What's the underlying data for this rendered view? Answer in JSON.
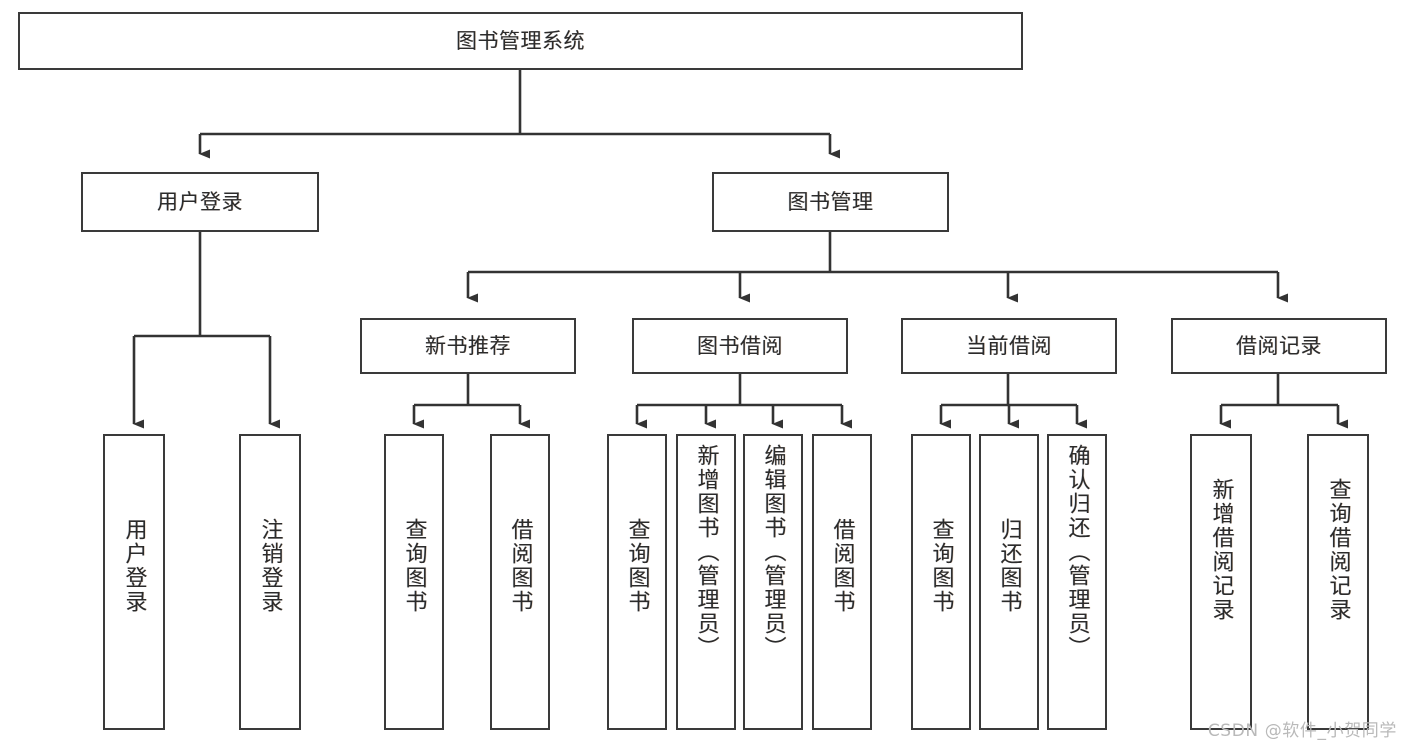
{
  "diagram": {
    "title": "图书管理系统",
    "type": "tree-hierarchy",
    "watermark": "CSDN @软件_小贺同学",
    "colors": {
      "background": "#ffffff",
      "border": "#3a3a3a",
      "text": "#2b2b2b",
      "connector": "#333333",
      "watermark": "#b9b9b9"
    },
    "root": {
      "label": "图书管理系统"
    },
    "level2": [
      {
        "label": "用户登录"
      },
      {
        "label": "图书管理"
      }
    ],
    "level3": [
      {
        "label": "新书推荐"
      },
      {
        "label": "图书借阅"
      },
      {
        "label": "当前借阅"
      },
      {
        "label": "借阅记录"
      }
    ],
    "leaves": {
      "user_login": [
        {
          "label": "用户登录"
        },
        {
          "label": "注销登录"
        }
      ],
      "new_book_recommend": [
        {
          "label": "查询图书"
        },
        {
          "label": "借阅图书"
        }
      ],
      "book_borrow": [
        {
          "label": "查询图书"
        },
        {
          "label": "新增图书（管理员）"
        },
        {
          "label": "编辑图书（管理员）"
        },
        {
          "label": "借阅图书"
        }
      ],
      "current_borrow": [
        {
          "label": "查询图书"
        },
        {
          "label": "归还图书"
        },
        {
          "label": "确认归还（管理员）"
        }
      ],
      "borrow_records": [
        {
          "label": "新增借阅记录"
        },
        {
          "label": "查询借阅记录"
        }
      ]
    }
  }
}
